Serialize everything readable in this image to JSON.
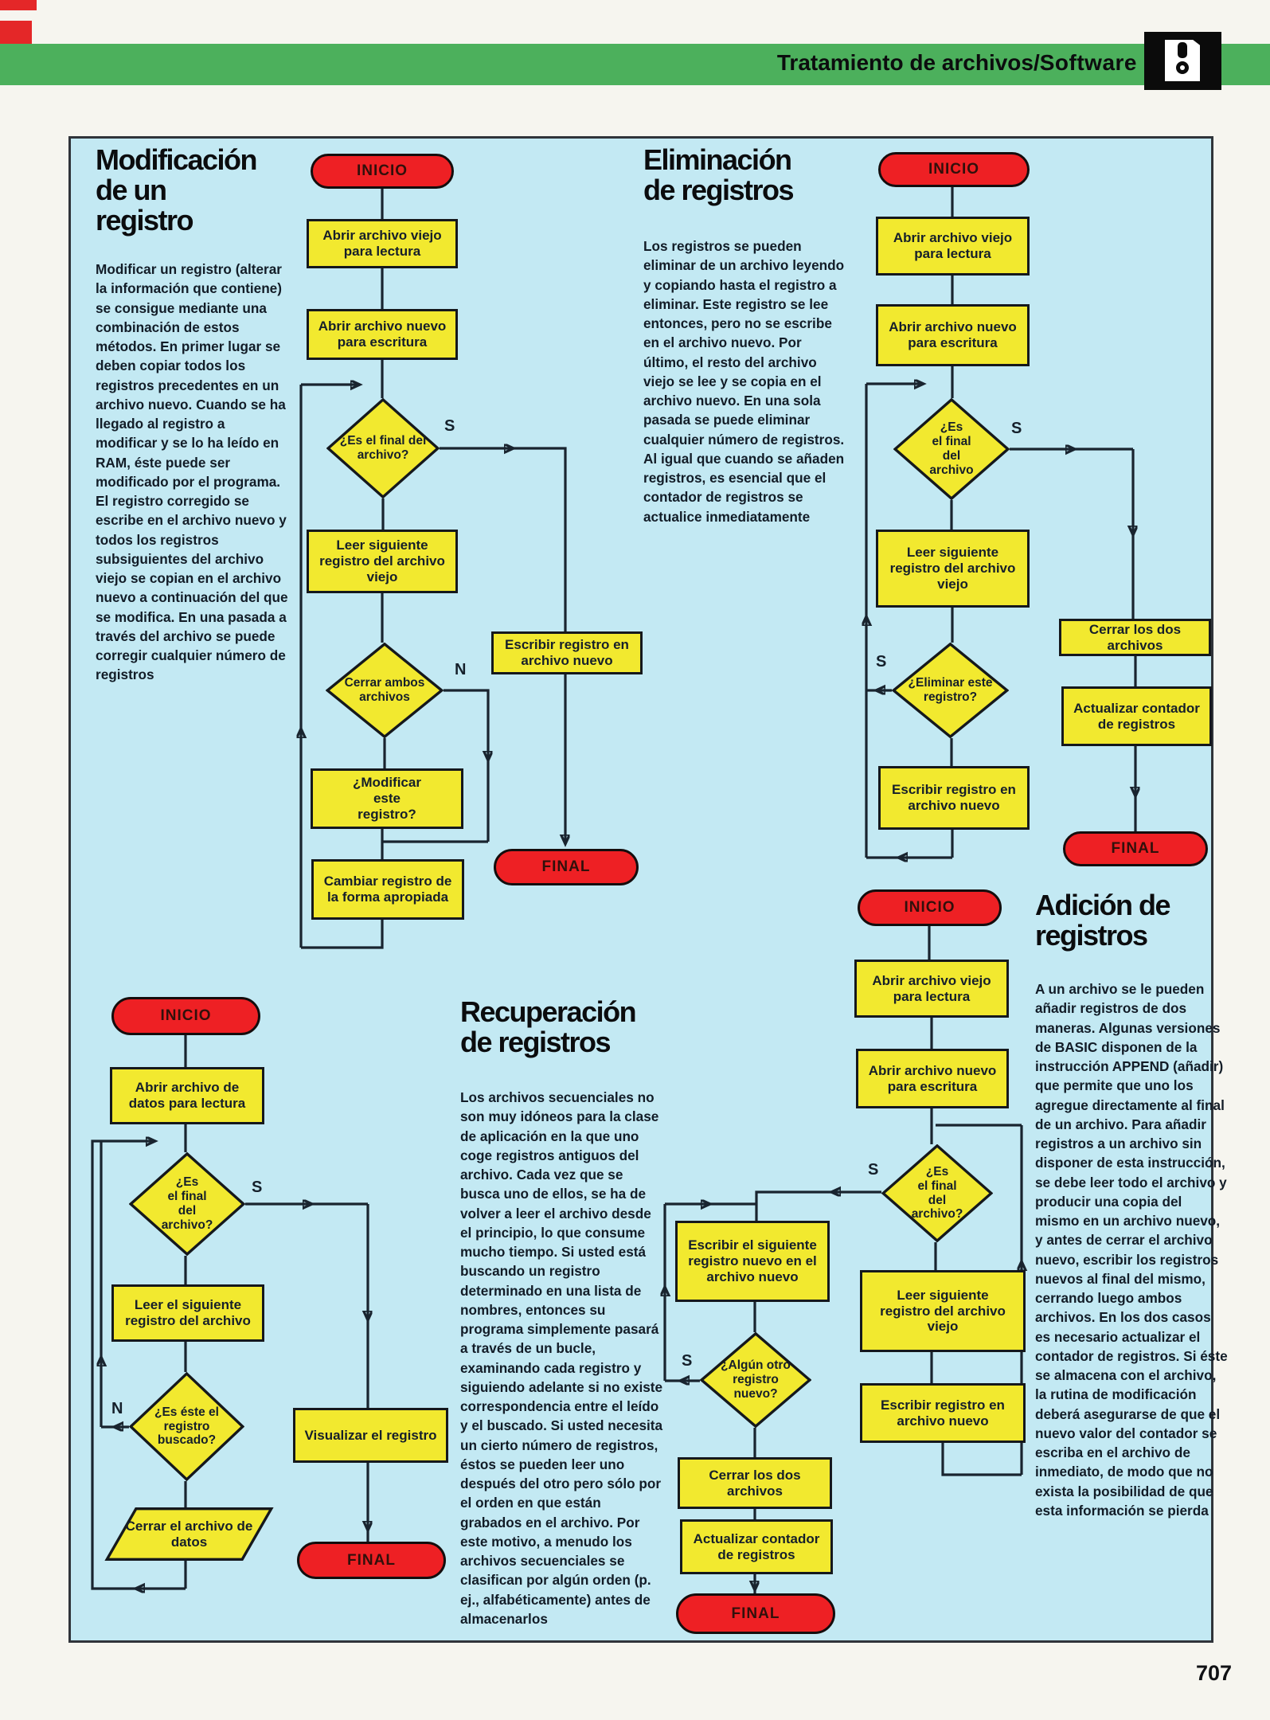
{
  "header": {
    "title_prefix": "Tratamiento de archivos/",
    "title_bold": "Software",
    "icon": "floppy-disk-icon"
  },
  "page": {
    "number": "707"
  },
  "colors": {
    "band_green": "#4cb05c",
    "panel_blue": "#c3e9f3",
    "node_yellow": "#f2e92f",
    "terminator_red": "#ee2024",
    "line": "#19242f"
  },
  "sections": {
    "modificacion": {
      "title": "Modificación\nde un\nregistro",
      "body": "Modificar un registro (alterar la información que contiene) se consigue mediante una combinación de estos métodos. En primer lugar se deben copiar todos los registros precedentes en un archivo nuevo. Cuando se ha llegado al registro a modificar y se lo ha leído en RAM, éste puede ser modificado por el programa. El registro corregido se escribe en el archivo nuevo y todos los registros subsiguientes del archivo viejo se copian en el archivo nuevo a continuación del que se modifica. En una pasada a través del archivo se puede corregir cualquier número de registros"
    },
    "eliminacion": {
      "title": "Eliminación\nde registros",
      "body": "Los registros se pueden eliminar de un archivo leyendo y copiando hasta el registro a eliminar. Este registro se lee entonces, pero no se escribe en el archivo nuevo. Por último, el resto del archivo viejo se lee y se copia en el archivo nuevo. En una sola pasada se puede eliminar cualquier número de registros. Al igual que cuando se añaden registros, es esencial que el contador de registros se actualice inmediatamente"
    },
    "recuperacion": {
      "title": "Recuperación\nde registros",
      "body": "Los archivos secuenciales no son muy idóneos para la clase de aplicación en la que uno coge registros antiguos del archivo. Cada vez que se busca uno de ellos, se ha de volver a leer el archivo desde el principio, lo que consume mucho tiempo. Si usted está buscando un registro determinado en una lista de nombres, entonces su programa simplemente pasará a través de un bucle, examinando cada registro y siguiendo adelante si no existe correspondencia entre el leído y el buscado. Si usted necesita un cierto número de registros, éstos se pueden leer uno después del otro pero sólo por el orden en que están grabados en el archivo. Por este motivo, a menudo los archivos secuenciales se clasifican por algún orden (p. ej., alfabéticamente) antes de almacenarlos"
    },
    "adicion": {
      "title": "Adición de\nregistros",
      "body": "A un archivo se le pueden añadir registros de dos maneras. Algunas versiones de BASIC disponen de la instrucción APPEND (añadir) que permite que uno los agregue directamente al final de un archivo. Para añadir registros a un archivo sin disponer de esta instrucción, se debe leer todo el archivo y producir una copia del mismo en un archivo nuevo, y antes de cerrar el archivo nuevo, escribir los registros nuevos al final del mismo, cerrando luego ambos archivos. En los dos casos es necesario actualizar el contador de registros. Si éste se almacena con el archivo, la rutina de modificación deberá asegurarse de que el nuevo valor del contador se escriba en el archivo de inmediato, de modo que no exista la posibilidad de que esta información se pierda"
    }
  },
  "fc1": {
    "inicio": "INICIO",
    "open_old": "Abrir archivo viejo\npara lectura",
    "open_new": "Abrir archivo nuevo\npara escritura",
    "eof": "¿Es el final del\narchivo?",
    "s": "S",
    "read_next": "Leer siguiente\nregistro del archivo\nviejo",
    "close_both": "Cerrar ambos\narchivos",
    "n": "N",
    "modify": "¿Modificar\neste\nregistro?",
    "change": "Cambiar registro de\nla forma apropiada",
    "write": "Escribir registro en\narchivo nuevo",
    "final": "FINAL"
  },
  "fc2": {
    "inicio": "INICIO",
    "open_old": "Abrir archivo viejo\npara lectura",
    "open_new": "Abrir archivo nuevo\npara escritura",
    "eof": "¿Es\nel final\ndel\narchivo",
    "s_right": "S",
    "read_next": "Leer siguiente\nregistro del archivo\nviejo",
    "delete": "¿Eliminar este\nregistro?",
    "s_left": "S",
    "write": "Escribir registro en\narchivo nuevo",
    "close": "Cerrar los dos\narchivos",
    "update": "Actualizar contador\nde registros",
    "final": "FINAL"
  },
  "fc3": {
    "inicio": "INICIO",
    "open_old": "Abrir archivo viejo\npara lectura",
    "open_new": "Abrir archivo nuevo\npara escritura",
    "eof": "¿Es\nel final\ndel\narchivo?",
    "s": "S",
    "read_next": "Leer siguiente\nregistro del archivo\nviejo",
    "write": "Escribir registro en\narchivo nuevo",
    "write_new": "Escribir el siguiente\nregistro nuevo en el\narchivo nuevo",
    "more": "¿Algún otro\nregistro\nnuevo?",
    "s2": "S",
    "close": "Cerrar los dos\narchivos",
    "update": "Actualizar contador\nde registros",
    "final": "FINAL"
  },
  "fc4": {
    "inicio": "INICIO",
    "open_data": "Abrir archivo de\ndatos para lectura",
    "eof": "¿Es\nel final\ndel\narchivo?",
    "s": "S",
    "read_next": "Leer el siguiente\nregistro del archivo",
    "found": "¿Es éste el\nregistro\nbuscado?",
    "n": "N",
    "close_data": "Cerrar el archivo de\ndatos",
    "show": "Visualizar el registro",
    "final": "FINAL"
  }
}
